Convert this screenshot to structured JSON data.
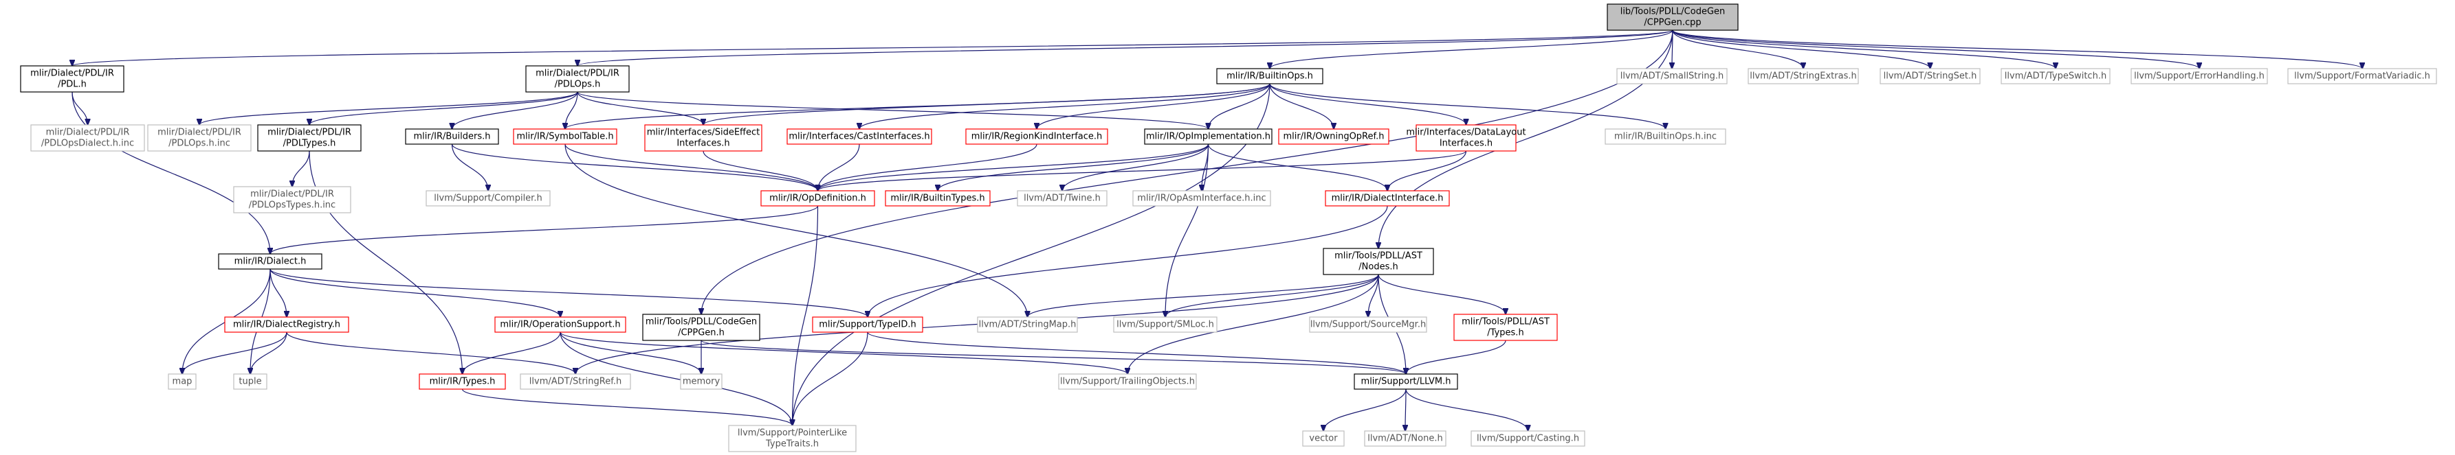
{
  "colors": {
    "edge": "#191970",
    "root_fill": "#bfbfbf",
    "red_border": "#ff0000",
    "gray_border": "#bfbfbf"
  },
  "nodes": {
    "root": [
      "lib/Tools/PDLL/CodeGen",
      "/CPPGen.cpp"
    ],
    "pdl_h": [
      "mlir/Dialect/PDL/IR",
      "/PDL.h"
    ],
    "pdlops_h": [
      "mlir/Dialect/PDL/IR",
      "/PDLOps.h"
    ],
    "builtinops_h": [
      "mlir/IR/BuiltinOps.h"
    ],
    "smallstring": [
      "llvm/ADT/SmallString.h"
    ],
    "stringextras": [
      "llvm/ADT/StringExtras.h"
    ],
    "stringset": [
      "llvm/ADT/StringSet.h"
    ],
    "typeswitch": [
      "llvm/ADT/TypeSwitch.h"
    ],
    "errorhandling": [
      "llvm/Support/ErrorHandling.h"
    ],
    "formatvariadic": [
      "llvm/Support/FormatVariadic.h"
    ],
    "pdlopsdialect_inc": [
      "mlir/Dialect/PDL/IR",
      "/PDLOpsDialect.h.inc"
    ],
    "pdlops_inc": [
      "mlir/Dialect/PDL/IR",
      "/PDLOps.h.inc"
    ],
    "pdltypes_h": [
      "mlir/Dialect/PDL/IR",
      "/PDLTypes.h"
    ],
    "builders_h": [
      "mlir/IR/Builders.h"
    ],
    "symboltable_h": [
      "mlir/IR/SymbolTable.h"
    ],
    "sideeffect_h": [
      "mlir/Interfaces/SideEffect",
      "Interfaces.h"
    ],
    "castinterfaces_h": [
      "mlir/Interfaces/CastInterfaces.h"
    ],
    "regionkind_h": [
      "mlir/IR/RegionKindInterface.h"
    ],
    "opimpl_h": [
      "mlir/IR/OpImplementation.h"
    ],
    "owningopref_h": [
      "mlir/IR/OwningOpRef.h"
    ],
    "datalayout_h": [
      "mlir/Interfaces/DataLayout",
      "Interfaces.h"
    ],
    "builtinops_inc": [
      "mlir/IR/BuiltinOps.h.inc"
    ],
    "pdltypes_inc": [
      "mlir/Dialect/PDL/IR",
      "/PDLOpsTypes.h.inc"
    ],
    "compiler_h": [
      "llvm/Support/Compiler.h"
    ],
    "opdefinition_h": [
      "mlir/IR/OpDefinition.h"
    ],
    "builtintypes_h": [
      "mlir/IR/BuiltinTypes.h"
    ],
    "twine_h": [
      "llvm/ADT/Twine.h"
    ],
    "opasminterface_inc": [
      "mlir/IR/OpAsmInterface.h.inc"
    ],
    "dialectinterface_h": [
      "mlir/IR/DialectInterface.h"
    ],
    "nodes_h": [
      "mlir/Tools/PDLL/AST",
      "/Nodes.h"
    ],
    "dialect_h": [
      "mlir/IR/Dialect.h"
    ],
    "dialectregistry_h": [
      "mlir/IR/DialectRegistry.h"
    ],
    "operationsupport_h": [
      "mlir/IR/OperationSupport.h"
    ],
    "cppgen_h": [
      "mlir/Tools/PDLL/CodeGen",
      "/CPPGen.h"
    ],
    "typeid_h": [
      "mlir/Support/TypeID.h"
    ],
    "stringmap_h": [
      "llvm/ADT/StringMap.h"
    ],
    "smloc_h": [
      "llvm/Support/SMLoc.h"
    ],
    "sourcemgr_h": [
      "llvm/Support/SourceMgr.h"
    ],
    "asttypes_h": [
      "mlir/Tools/PDLL/AST",
      "/Types.h"
    ],
    "map": [
      "map"
    ],
    "tuple": [
      "tuple"
    ],
    "types_h": [
      "mlir/IR/Types.h"
    ],
    "stringref_h": [
      "llvm/ADT/StringRef.h"
    ],
    "memory": [
      "memory"
    ],
    "trailingobjects_h": [
      "llvm/Support/TrailingObjects.h"
    ],
    "llvm_h": [
      "mlir/Support/LLVM.h"
    ],
    "pointerlike_h": [
      "llvm/Support/PointerLike",
      "TypeTraits.h"
    ],
    "vector": [
      "vector"
    ],
    "none_h": [
      "llvm/ADT/None.h"
    ],
    "casting_h": [
      "llvm/Support/Casting.h"
    ]
  }
}
